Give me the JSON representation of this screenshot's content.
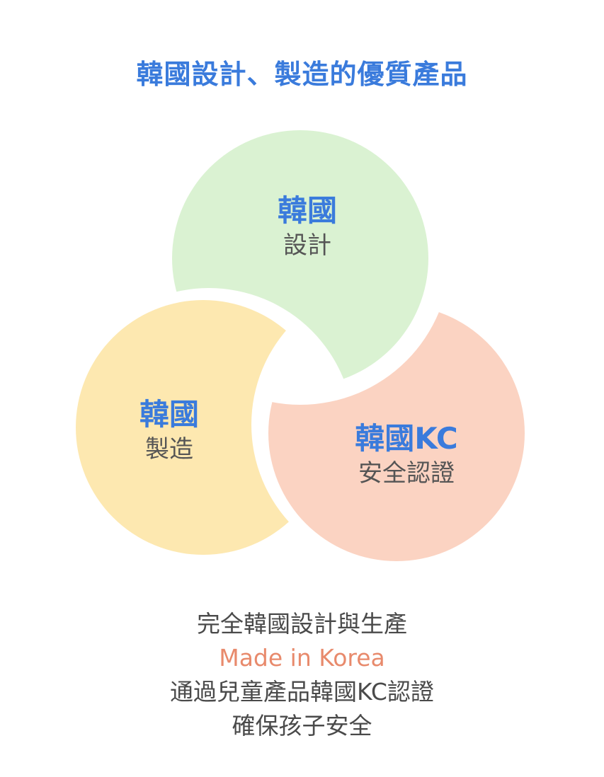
{
  "title": "韓國設計、製造的優質產品",
  "colors": {
    "title": "#3a7bdc",
    "green_circle": "#daf2d2",
    "yellow_circle": "#fde8b0",
    "pink_circle": "#fbd3c2",
    "label_main": "#3a7bdc",
    "label_sub": "#555555",
    "footer_text": "#4a4a4a",
    "footer_accent": "#e88a6c"
  },
  "circles": [
    {
      "id": "design",
      "main": "韓國",
      "sub": "設計",
      "color": "#daf2d2"
    },
    {
      "id": "manufacture",
      "main": "韓國",
      "sub": "製造",
      "color": "#fde8b0"
    },
    {
      "id": "certification",
      "main": "韓國KC",
      "sub": "安全認證",
      "color": "#fbd3c2"
    }
  ],
  "footer": {
    "line1": "完全韓國設計與生產",
    "line2": "Made in Korea",
    "line3": "通過兒童產品韓國KC認證",
    "line4": "確保孩子安全"
  }
}
